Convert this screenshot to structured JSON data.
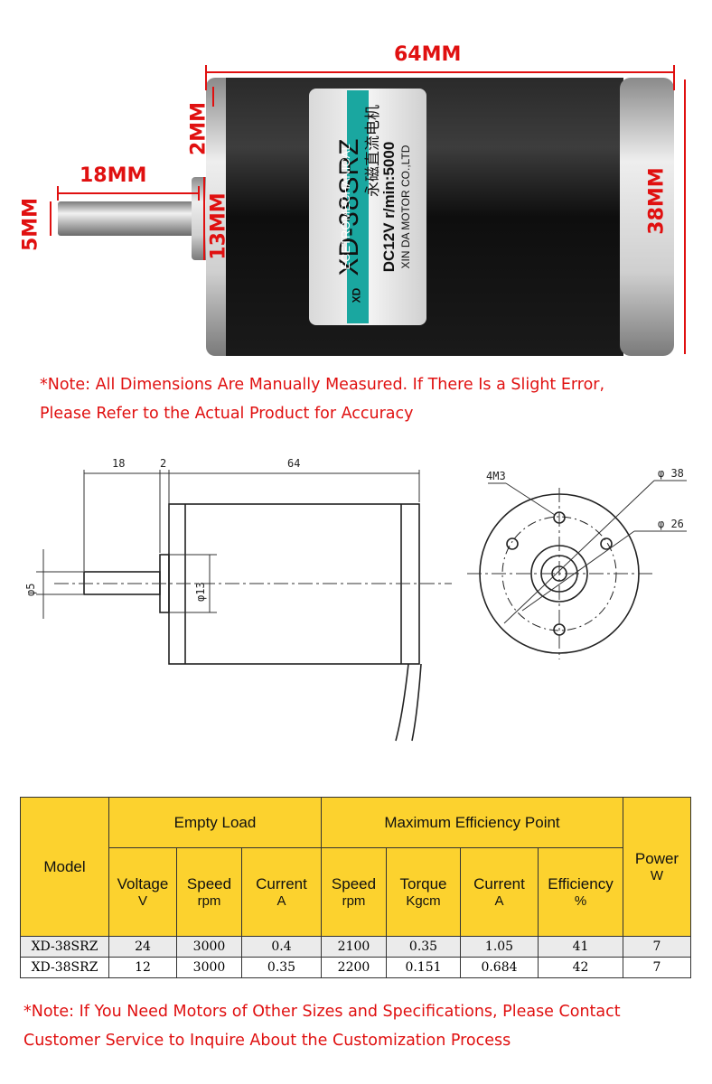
{
  "photo": {
    "dim_length": "64MM",
    "dim_shaft_length": "18MM",
    "dim_shaft_dia": "5MM",
    "dim_boss_height": "2MM",
    "dim_boss_dia": "13MM",
    "dim_body_dia": "38MM",
    "label": {
      "model": "XD-38SRZ",
      "brand_strip": "ECETROMECHANICAL",
      "logo": "XD",
      "chinese": "永磁直流电机",
      "rating": "DC12V  r/min:5000",
      "maker": "XIN DA MOTOR CO.,LTD"
    }
  },
  "note_top": {
    "line1": "*Note: All Dimensions Are Manually Measured. If There Is a Slight Error,",
    "line2": "Please Refer to the Actual Product for Accuracy"
  },
  "drawing": {
    "dim_18": "18",
    "dim_2": "2",
    "dim_64": "64",
    "phi5": "φ5",
    "phi13": "φ13",
    "label_4m3": "4M3",
    "phi38": "φ 38",
    "phi26": "φ 26"
  },
  "table": {
    "model_header": "Model",
    "empty_load_header": "Empty Load",
    "max_eff_header": "Maximum Efficiency Point",
    "power_header": "Power",
    "power_unit": "W",
    "columns": [
      {
        "name": "Voltage",
        "unit": "V"
      },
      {
        "name": "Speed",
        "unit": "rpm"
      },
      {
        "name": "Current",
        "unit": "A"
      },
      {
        "name": "Speed",
        "unit": "rpm"
      },
      {
        "name": "Torque",
        "unit": "Kgcm"
      },
      {
        "name": "Current",
        "unit": "A"
      },
      {
        "name": "Efficiency",
        "unit": "%"
      }
    ],
    "rows": [
      [
        "XD-38SRZ",
        "24",
        "3000",
        "0.4",
        "2100",
        "0.35",
        "1.05",
        "41",
        "7"
      ],
      [
        "XD-38SRZ",
        "12",
        "3000",
        "0.35",
        "2200",
        "0.151",
        "0.684",
        "42",
        "7"
      ]
    ]
  },
  "note_bottom": {
    "line1": "*Note: If You Need Motors of Other Sizes and Specifications, Please Contact",
    "line2": "Customer Service to Inquire About the Customization Process"
  },
  "colors": {
    "accent_red": "#e01010",
    "table_header": "#fcd22e",
    "motor_body": "#151515"
  }
}
